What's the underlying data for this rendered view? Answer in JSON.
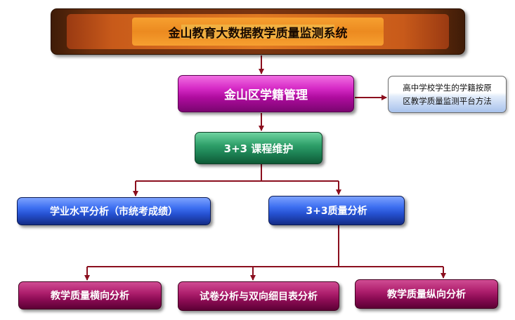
{
  "title": "金山教育大数据教学质量监测系统",
  "nodes": {
    "xueji": "金山区学籍管理",
    "kecheng": "3+3 课程维护",
    "xueye": "学业水平分析（市统考成绩）",
    "zhiliang": "3+3质量分析",
    "hengxiang": "教学质量横向分析",
    "shijuan": "试卷分析与双向细目表分析",
    "zongxiang": "教学质量纵向分析"
  },
  "note": {
    "line1": "高中学校学生的学籍按原",
    "line2": "区教学质量监测平台方法"
  },
  "colors": {
    "connector": "#8b0f1e",
    "title_outer": "#6a2e0c",
    "title_inner": "#ec8a20",
    "magenta": "#c81ab6",
    "wine": "#9c1760",
    "blue": "#2f5fe0",
    "green": "#25926a"
  }
}
